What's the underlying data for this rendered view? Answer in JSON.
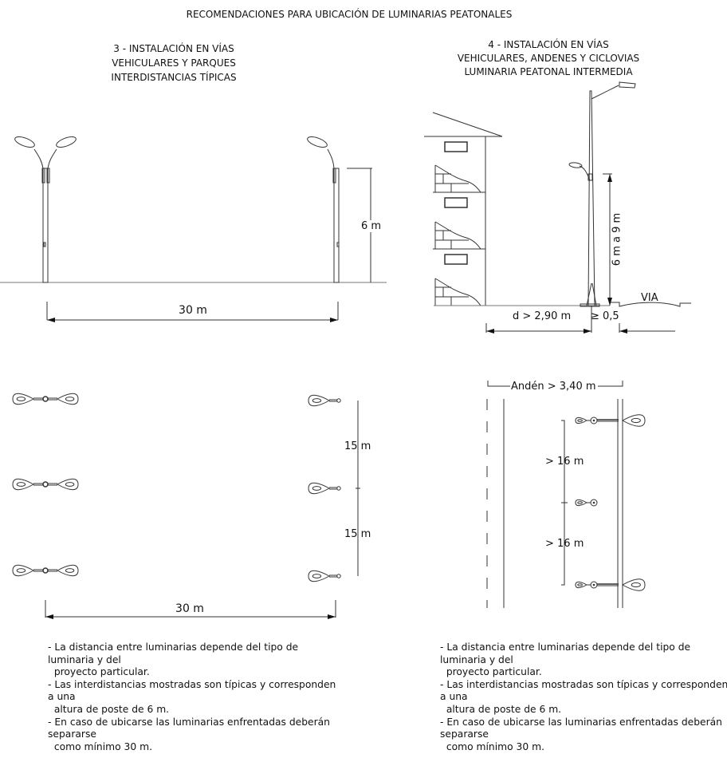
{
  "title": "RECOMENDACIONES PARA UBICACIÓN DE LUMINARIAS PEATONALES",
  "left": {
    "heading": [
      "3 - INSTALACIÓN EN VÍAS",
      "VEHICULARES Y PARQUES",
      "INTERDISTANCIAS TÍPICAS"
    ],
    "elevation": {
      "height_label": "6 m",
      "spacing_label": "30 m"
    },
    "plan": {
      "spacing_labels": [
        "15 m",
        "15 m"
      ],
      "width_label": "30 m"
    },
    "notes": [
      "- La distancia entre luminarias depende del tipo de",
      "luminaria y del",
      "  proyecto particular.",
      "- Las interdistancias mostradas son típicas y corresponden",
      "a una",
      "  altura de poste de 6 m.",
      "- En caso de ubicarse las luminarias enfrentadas deberán",
      "separarse",
      "  como mínimo 30 m."
    ]
  },
  "right": {
    "heading": [
      "4 - INSTALACIÓN EN VÍAS",
      "VEHICULARES, ANDENES Y CICLOVIAS",
      "LUMINARIA PEATONAL INTERMEDIA"
    ],
    "elevation": {
      "height_label": "6 m a 9 m",
      "road_label": "VIA",
      "distance_label": "d > 2,90 m",
      "offset_label": "≥ 0,5"
    },
    "plan": {
      "sidewalk_label": "Andén > 3,40 m",
      "spacing_labels": [
        "> 16 m",
        "> 16 m"
      ]
    },
    "notes": [
      "- La distancia entre luminarias depende del tipo de",
      "luminaria y del",
      "  proyecto particular.",
      "- Las interdistancias mostradas son típicas y corresponden",
      "a una",
      "  altura de poste de 6 m.",
      "- En caso de ubicarse las luminarias enfrentadas deberán",
      "separarse",
      "  como mínimo 30 m."
    ]
  }
}
